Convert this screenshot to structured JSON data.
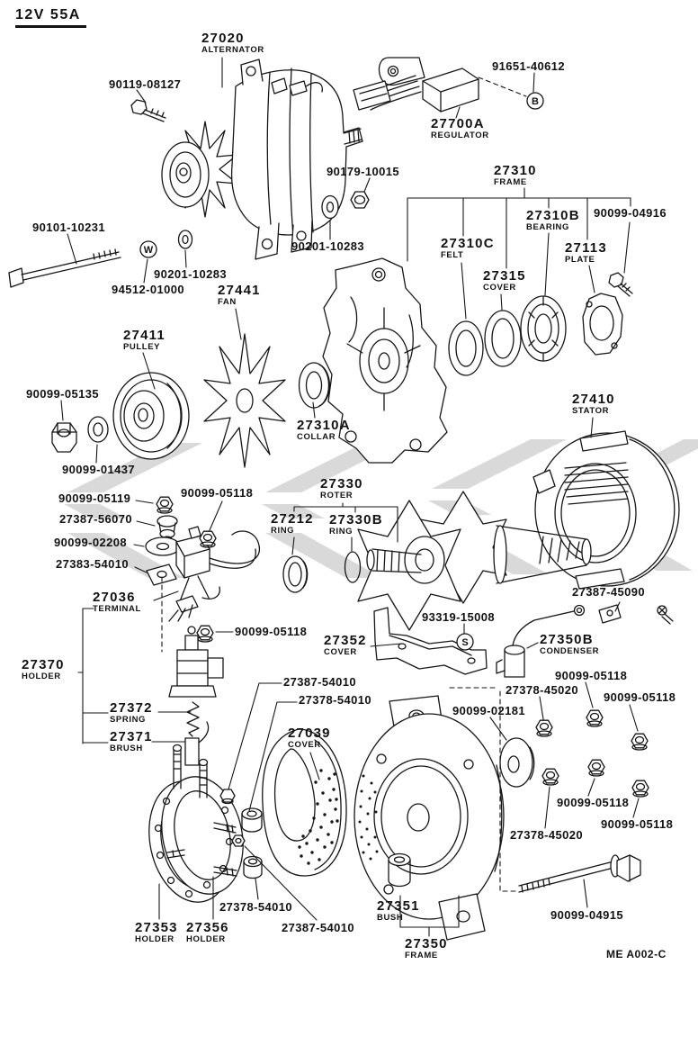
{
  "header": {
    "rating": "12V 55A"
  },
  "footer": {
    "code": "ME A002-C"
  },
  "glyphs": {
    "b": "B",
    "w": "W",
    "s": "S"
  },
  "watermark_color": "#d9d9d9",
  "labels": {
    "v27020": {
      "number": "27020",
      "name": "ALTERNATOR"
    },
    "v90119_08127": {
      "number": "90119-08127"
    },
    "v91651_40612": {
      "number": "91651-40612"
    },
    "v27700A": {
      "number": "27700A",
      "name": "REGULATOR"
    },
    "v90179_10015": {
      "number": "90179-10015"
    },
    "v27310": {
      "number": "27310",
      "name": "FRAME"
    },
    "v27310B": {
      "number": "27310B",
      "name": "BEARING"
    },
    "v90099_04916": {
      "number": "90099-04916"
    },
    "v27310C": {
      "number": "27310C",
      "name": "FELT"
    },
    "v27113": {
      "number": "27113",
      "name": "PLATE"
    },
    "v27315": {
      "number": "27315",
      "name": "COVER"
    },
    "v90101_10231": {
      "number": "90101-10231"
    },
    "v90201_10283_a": {
      "number": "90201-10283"
    },
    "v90201_10283_b": {
      "number": "90201-10283"
    },
    "v94512_01000": {
      "number": "94512-01000"
    },
    "v27441": {
      "number": "27441",
      "name": "FAN"
    },
    "v27411": {
      "number": "27411",
      "name": "PULLEY"
    },
    "v90099_05135": {
      "number": "90099-05135"
    },
    "v90099_01437": {
      "number": "90099-01437"
    },
    "v27310A": {
      "number": "27310A",
      "name": "COLLAR"
    },
    "v27410": {
      "number": "27410",
      "name": "STATOR"
    },
    "v90099_05119": {
      "number": "90099-05119"
    },
    "v27387_56070": {
      "number": "27387-56070"
    },
    "v90099_05118_a": {
      "number": "90099-05118"
    },
    "v90099_02208": {
      "number": "90099-02208"
    },
    "v27383_54010": {
      "number": "27383-54010"
    },
    "v27036": {
      "number": "27036",
      "name": "TERMINAL"
    },
    "v27330": {
      "number": "27330",
      "name": "ROTER"
    },
    "v27212": {
      "number": "27212",
      "name": "RING"
    },
    "v27330B": {
      "number": "27330B",
      "name": "RING"
    },
    "v27387_45090": {
      "number": "27387-45090"
    },
    "v93319_15008": {
      "number": "93319-15008"
    },
    "v90099_05118_b": {
      "number": "90099-05118"
    },
    "v27352": {
      "number": "27352",
      "name": "COVER"
    },
    "v27350B": {
      "number": "27350B",
      "name": "CONDENSER"
    },
    "v27370": {
      "number": "27370",
      "name": "HOLDER"
    },
    "v90099_05118_c": {
      "number": "90099-05118"
    },
    "v27378_45020_a": {
      "number": "27378-45020"
    },
    "v90099_05118_d": {
      "number": "90099-05118"
    },
    "v90099_02181": {
      "number": "90099-02181"
    },
    "v27387_54010_a": {
      "number": "27387-54010"
    },
    "v27378_54010_a": {
      "number": "27378-54010"
    },
    "v27372": {
      "number": "27372",
      "name": "SPRING"
    },
    "v27371": {
      "number": "27371",
      "name": "BRUSH"
    },
    "v27039": {
      "number": "27039",
      "name": "COVER"
    },
    "v90099_05118_e": {
      "number": "90099-05118"
    },
    "v90099_05118_f": {
      "number": "90099-05118"
    },
    "v27378_45020_b": {
      "number": "27378-45020"
    },
    "v27378_54010_b": {
      "number": "27378-54010"
    },
    "v27387_54010_b": {
      "number": "27387-54010"
    },
    "v27353": {
      "number": "27353",
      "name": "HOLDER"
    },
    "v27356": {
      "number": "27356",
      "name": "HOLDER"
    },
    "v27351": {
      "number": "27351",
      "name": "BUSH"
    },
    "v27350": {
      "number": "27350",
      "name": "FRAME"
    },
    "v90099_04915": {
      "number": "90099-04915"
    }
  }
}
